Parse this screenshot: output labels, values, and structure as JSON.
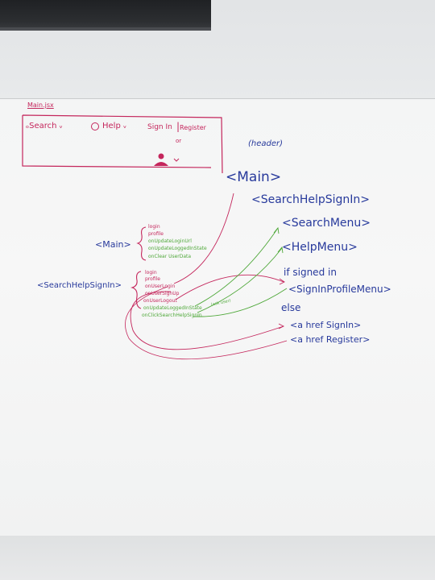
{
  "sketch": {
    "file_label": "Main.jsx",
    "header_mock": {
      "search": "Search",
      "help": "Help",
      "sign_in": "Sign In",
      "register": "Register",
      "or": "or"
    },
    "header_note": "(header)",
    "tree": {
      "main": "<Main>",
      "search_help_sign_in": "<SearchHelpSignIn>",
      "search_menu": "<SearchMenu>",
      "help_menu": "<HelpMenu>",
      "if_signed_in": "if signed in",
      "profile_menu": "<SignInProfileMenu>",
      "else": "else",
      "sign_in_link": "<a href SignIn>",
      "register_link": "<a href Register>"
    },
    "main_props": {
      "label": "<Main>",
      "items": [
        "login",
        "profile",
        "onUpdateLoginUrl",
        "onUpdateLoggedInState",
        "onClear UserData"
      ]
    },
    "shs_props": {
      "label": "<SearchHelpSignIn>",
      "items": [
        "login",
        "profile",
        "onUserLogin",
        "onUserSignUp",
        "onUserLogout",
        "onUpdateLoggedInState",
        "onClickSearchHelpSignIn"
      ],
      "annotation": "(ask user)"
    },
    "colors": {
      "red_marker": "#c4265c",
      "blue_marker": "#283a9c",
      "green_marker": "#4fa83a",
      "board": "#f7f7f7"
    }
  }
}
